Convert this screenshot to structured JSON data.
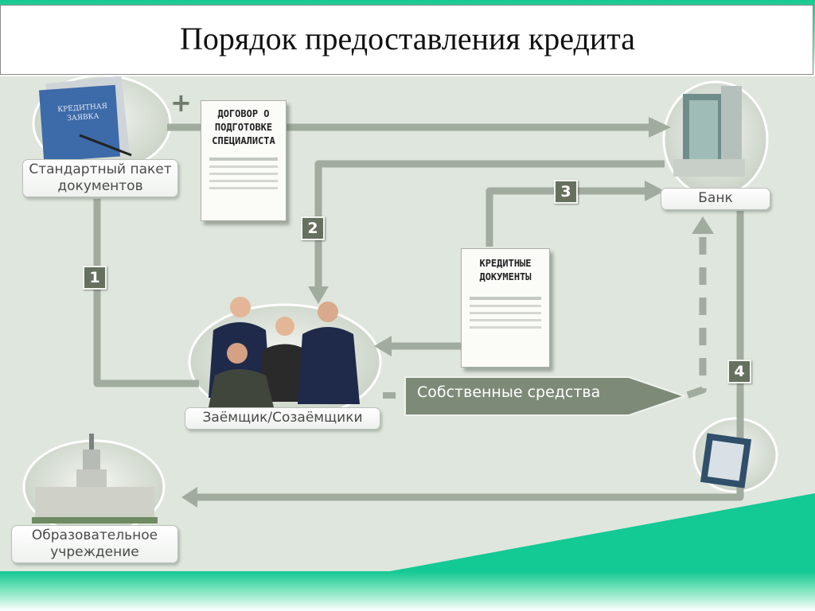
{
  "slide": {
    "title": "Порядок предоставления кредита"
  },
  "nodes": {
    "standard_package": "Стандартный пакет документов",
    "bank": "Банк",
    "borrower": "Заёмщик/Созаёмщики",
    "education": "Образовательное учреждение"
  },
  "documents": {
    "contract": "ДОГОВОР О ПОДГОТОВКЕ СПЕЦИАЛИСТА",
    "credit_docs": "КРЕДИТНЫЕ ДОКУМЕНТЫ",
    "application": "КРЕДИТНАЯ ЗАЯВКА"
  },
  "steps": [
    "1",
    "2",
    "3",
    "4"
  ],
  "plus": "+",
  "own_funds": "Собственные средства",
  "colors": {
    "band_green": "#17c98f",
    "diagram_bg": "#dfe6dd",
    "arrow": "#a2ab9f",
    "badge": "#66705f",
    "own_funds_arrow": "#7d8a78"
  }
}
